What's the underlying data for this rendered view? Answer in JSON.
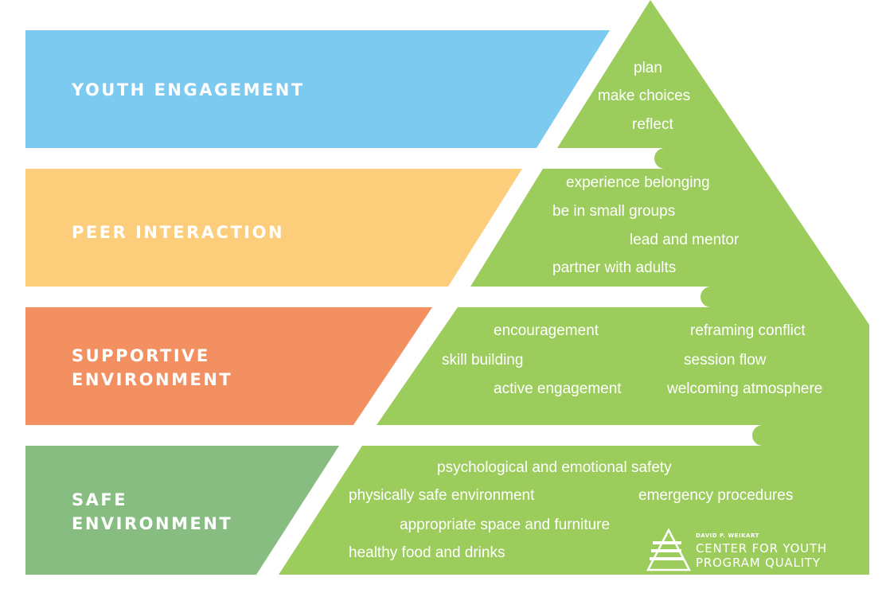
{
  "tiers": [
    {
      "name": "youth-engagement",
      "label_lines": [
        "YOUTH ENGAGEMENT"
      ],
      "color": "#7ccaf0",
      "items": [
        "plan",
        "make choices",
        "reflect"
      ]
    },
    {
      "name": "peer-interaction",
      "label_lines": [
        "PEER INTERACTION"
      ],
      "color": "#fccd7b",
      "items": [
        "experience belonging",
        "be in small groups",
        "lead and mentor",
        "partner with adults"
      ]
    },
    {
      "name": "supportive-environment",
      "label_lines": [
        "SUPPORTIVE",
        "ENVIRONMENT"
      ],
      "color": "#f39062",
      "items": [
        "encouragement",
        "reframing conflict",
        "skill building",
        "session flow",
        "active engagement",
        "welcoming atmosphere"
      ]
    },
    {
      "name": "safe-environment",
      "label_lines": [
        "SAFE",
        "ENVIRONMENT"
      ],
      "color": "#88bd81",
      "items": [
        "psychological and emotional safety",
        "physically safe environment",
        "emergency procedures",
        "appropriate space and furniture",
        "healthy food and drinks"
      ]
    }
  ],
  "pyramid_color": "#9ccc5c",
  "logo": {
    "small_text": "DAVID P. WEIKART",
    "line1": "CENTER FOR YOUTH",
    "line2": "PROGRAM QUALITY"
  }
}
